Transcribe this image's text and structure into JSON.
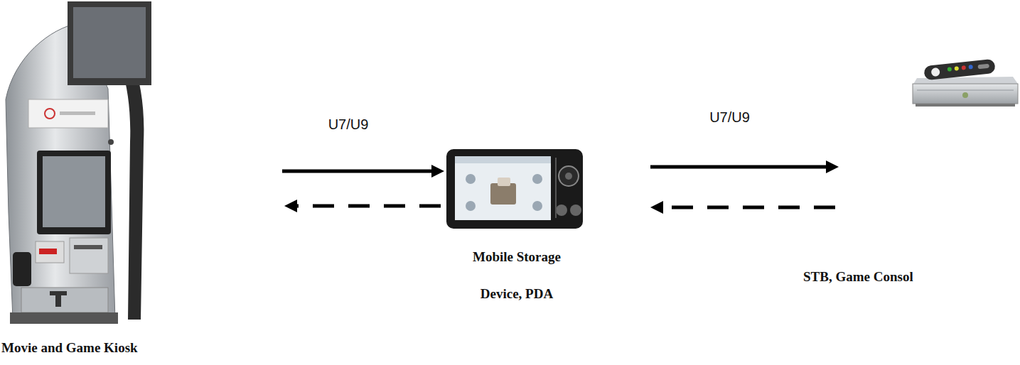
{
  "diagram": {
    "nodes": [
      {
        "text": [
          "Movie and Game Kiosk"
        ]
      },
      {
        "text": [
          "Mobile Storage Device, PDA"
        ]
      },
      {
        "text": [
          "STB, Game Consol"
        ]
      }
    ],
    "edges": [
      {
        "from": 0,
        "to": 1,
        "arrow": "to",
        "label": "U7/U9"
      },
      {
        "from": 1,
        "to": 0,
        "arrow": "to"
      },
      {
        "from": 1,
        "to": 2,
        "arrow": "to",
        "label": "U7/U9"
      },
      {
        "from": 2,
        "to": 1,
        "arrow": "to"
      }
    ]
  }
}
